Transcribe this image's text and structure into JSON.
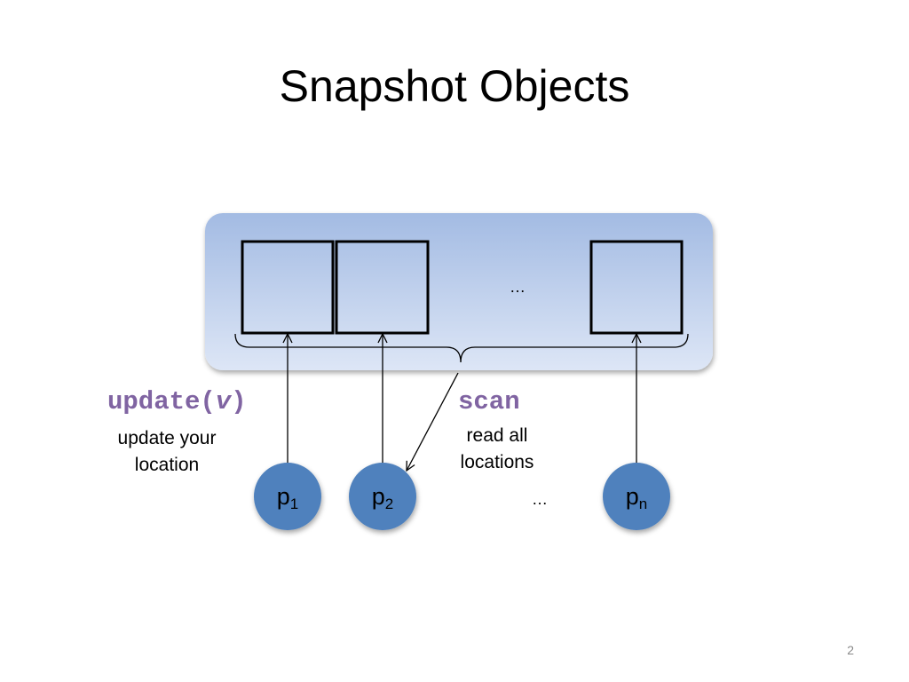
{
  "slide": {
    "title": "Snapshot Objects",
    "page_number": "2"
  },
  "colors": {
    "panel_top": "#a3bbe3",
    "panel_bottom": "#dde6f6",
    "process_fill": "#4f81bd",
    "operation_label": "#8064a2"
  },
  "memory": {
    "cell_count_shown": 3,
    "ellipsis": "…"
  },
  "operations": {
    "update": {
      "name": "update(",
      "param": "v",
      "close": ")",
      "description_line1": "update your",
      "description_line2": "location"
    },
    "scan": {
      "name": "scan",
      "description_line1": "read all",
      "description_line2": "locations"
    }
  },
  "processes": [
    {
      "base": "p",
      "subscript": "1"
    },
    {
      "base": "p",
      "subscript": "2"
    },
    {
      "base": "p",
      "subscript": "n"
    }
  ],
  "process_ellipsis": "…"
}
